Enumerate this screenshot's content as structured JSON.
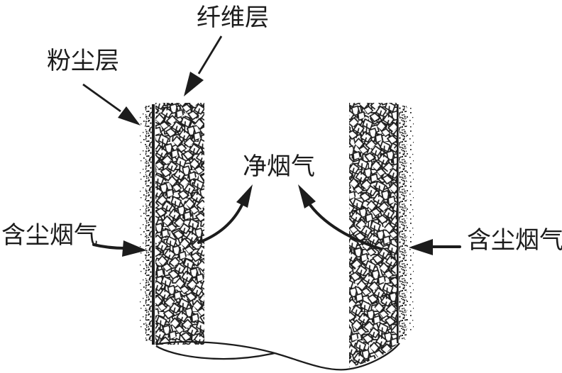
{
  "diagram": {
    "background_color": "#ffffff",
    "ink_color": "#1c1c1c",
    "labels": {
      "fiber_layer": "纤维层",
      "dust_layer": "粉尘层",
      "clean_gas": "净烟气",
      "dusty_gas_left": "含尘烟气",
      "dusty_gas_right": "含尘烟气"
    },
    "arrows": [
      {
        "name": "fiber-layer-pointer-arrow"
      },
      {
        "name": "dust-layer-pointer-arrow"
      },
      {
        "name": "dusty-gas-inflow-left-arrow"
      },
      {
        "name": "dusty-gas-inflow-right-arrow"
      },
      {
        "name": "clean-gas-outflow-left-arrow"
      },
      {
        "name": "clean-gas-outflow-right-arrow"
      }
    ],
    "textures": [
      {
        "name": "fiber-crosshatch-texture"
      },
      {
        "name": "dust-stipple-texture"
      }
    ]
  }
}
